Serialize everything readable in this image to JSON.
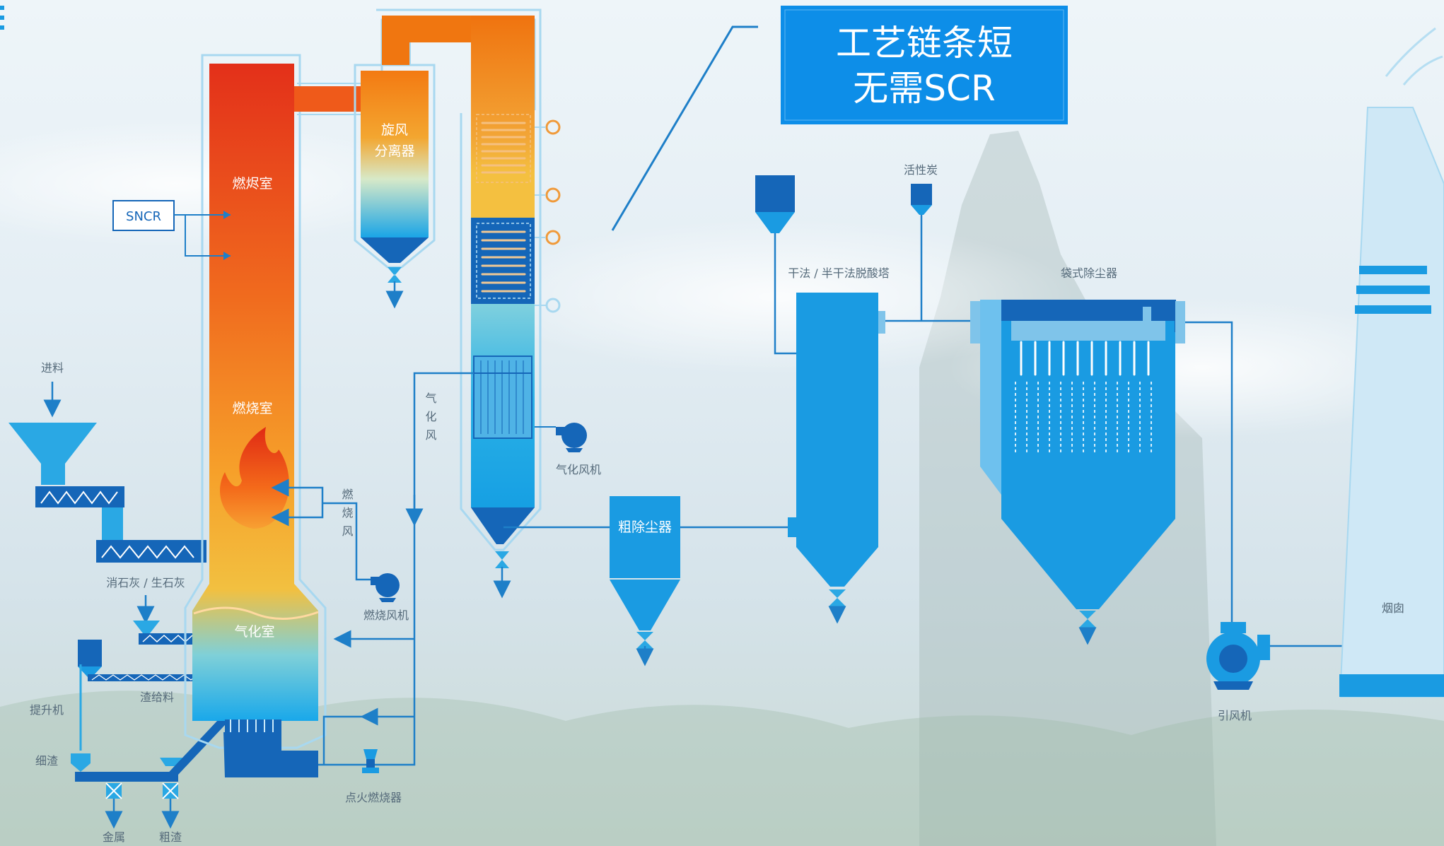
{
  "callout": {
    "line1": "工艺链条短",
    "line2": "无需SCR"
  },
  "labels": {
    "feed": "进料",
    "sncr": "SNCR",
    "burnout_chamber": "燃烬室",
    "combustion_chamber": "燃烧室",
    "gasification_chamber": "气化室",
    "cyclone_1": "旋风",
    "cyclone_2": "分离器",
    "gasification_air_v": "气化风",
    "combustion_air_v": "燃烧风",
    "combustion_fan": "燃烧风机",
    "gasification_fan": "气化风机",
    "lime": "消石灰 / 生石灰",
    "slag_feed": "渣给料",
    "elevator": "提升机",
    "fine_slag": "细渣",
    "metal": "金属",
    "coarse_slag": "粗渣",
    "ignition_burner": "点火燃烧器",
    "coarse_dust_collector": "粗除尘器",
    "deacid_tower": "干法 / 半干法脱酸塔",
    "activated_carbon": "活性炭",
    "bag_filter": "袋式除尘器",
    "id_fan": "引风机",
    "chimney": "烟囱"
  },
  "colors": {
    "flow_blue": "#1e7fc8",
    "callout_bg": "#0d8ee8",
    "furnace_top": "#e4331a",
    "furnace_mid": "#f3a12a",
    "furnace_bottom": "#1aa9e8",
    "equipment_blue": "#1a9be2",
    "dark_blue": "#1566b8"
  }
}
